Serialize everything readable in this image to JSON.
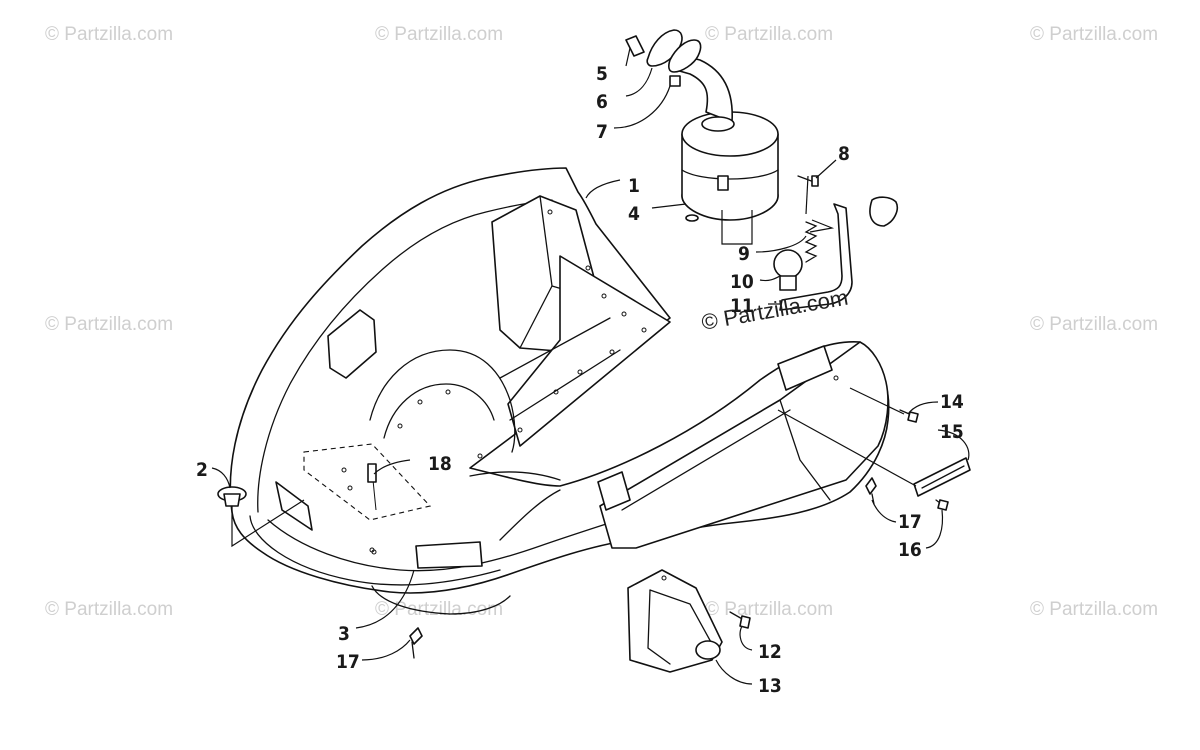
{
  "watermark": {
    "text": "© Partzilla.com",
    "main_text": "© Partzilla.com"
  },
  "callouts": {
    "c1": "1",
    "c2": "2",
    "c3": "3",
    "c4": "4",
    "c5": "5",
    "c6": "6",
    "c7": "7",
    "c8": "8",
    "c9": "9",
    "c10": "10",
    "c11": "11",
    "c12": "12",
    "c13": "13",
    "c14": "14",
    "c15": "15",
    "c16": "16",
    "c17a": "17",
    "c17b": "17",
    "c18": "18"
  }
}
